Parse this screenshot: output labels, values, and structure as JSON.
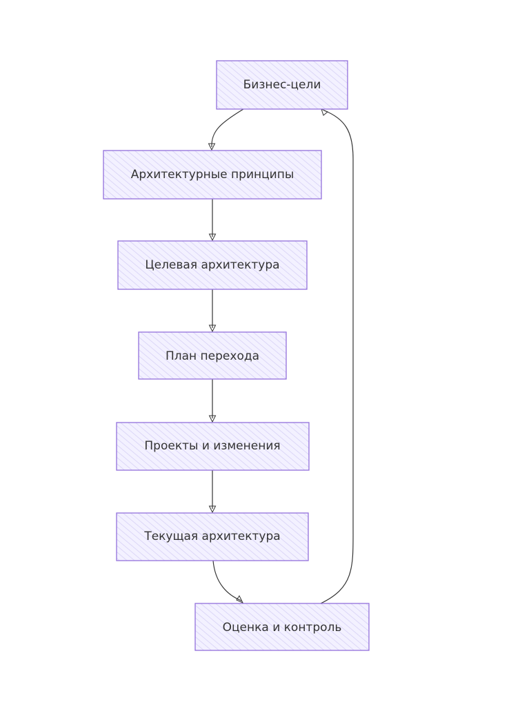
{
  "diagram": {
    "nodes": [
      {
        "id": "goals",
        "label": "Бизнес-цели"
      },
      {
        "id": "principles",
        "label": "Архитектурные принципы"
      },
      {
        "id": "target",
        "label": "Целевая архитектура"
      },
      {
        "id": "plan",
        "label": "План перехода"
      },
      {
        "id": "projects",
        "label": "Проекты и изменения"
      },
      {
        "id": "current",
        "label": "Текущая архитектура"
      },
      {
        "id": "review",
        "label": "Оценка и контроль"
      }
    ],
    "edges": [
      {
        "from": "goals",
        "to": "principles"
      },
      {
        "from": "principles",
        "to": "target"
      },
      {
        "from": "target",
        "to": "plan"
      },
      {
        "from": "plan",
        "to": "projects"
      },
      {
        "from": "projects",
        "to": "current"
      },
      {
        "from": "current",
        "to": "review"
      },
      {
        "from": "review",
        "to": "goals"
      }
    ],
    "colors": {
      "node_fill": "#ECECFF",
      "node_hatch": "#D6D0F5",
      "node_border": "#9370DB",
      "edge": "#333333",
      "text": "#333333"
    }
  }
}
